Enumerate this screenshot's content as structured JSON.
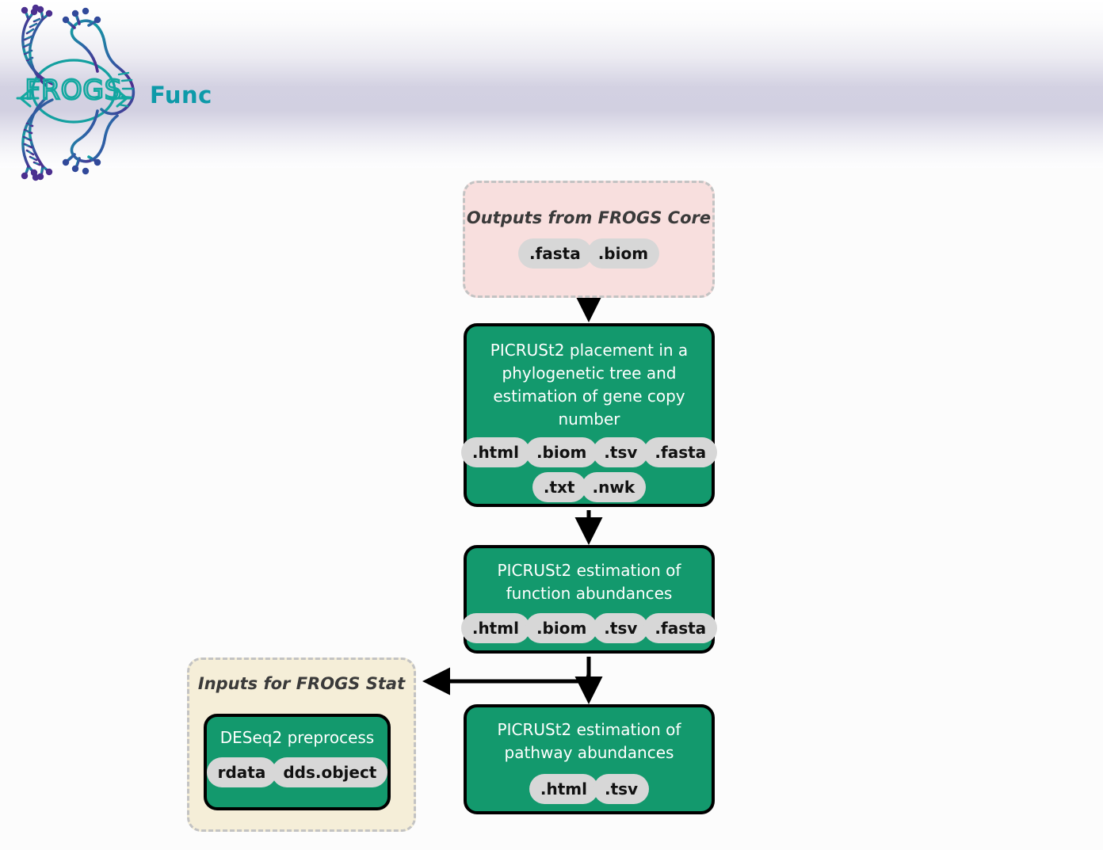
{
  "banner": {
    "title": "Func",
    "logo_name": "frogs-logo",
    "logo_text": "FROGS",
    "accent_color": "#0e9aa9"
  },
  "colors": {
    "process": "#13996d",
    "process_border": "#000000",
    "pill": "#d7d7d7",
    "inputs_group": "#f8dfde",
    "outputs_group": "#f5eed8",
    "group_border": "#c3c3c3",
    "background": "#fcfcfc"
  },
  "workflow": {
    "source_group": {
      "title": "Outputs from FROGS Core",
      "files": [
        ".fasta",
        ".biom"
      ]
    },
    "steps": [
      {
        "id": "placement",
        "title": "PICRUSt2 placement in a phylogenetic tree and estimation of gene copy number",
        "files_row1": [
          ".html",
          ".biom",
          ".tsv",
          ".fasta"
        ],
        "files_row2": [
          ".txt",
          ".nwk"
        ]
      },
      {
        "id": "function",
        "title": "PICRUSt2 estimation of function abundances",
        "files_row1": [
          ".html",
          ".biom",
          ".tsv",
          ".fasta"
        ]
      },
      {
        "id": "pathway",
        "title": "PICRUSt2 estimation of pathway abundances",
        "files_row1": [
          ".html",
          ".tsv"
        ]
      }
    ],
    "target_group": {
      "title": "Inputs for FROGS Stat",
      "step": {
        "id": "deseq",
        "title": "DESeq2 preprocess",
        "files_row1": [
          "rdata",
          "dds.object"
        ]
      }
    }
  }
}
